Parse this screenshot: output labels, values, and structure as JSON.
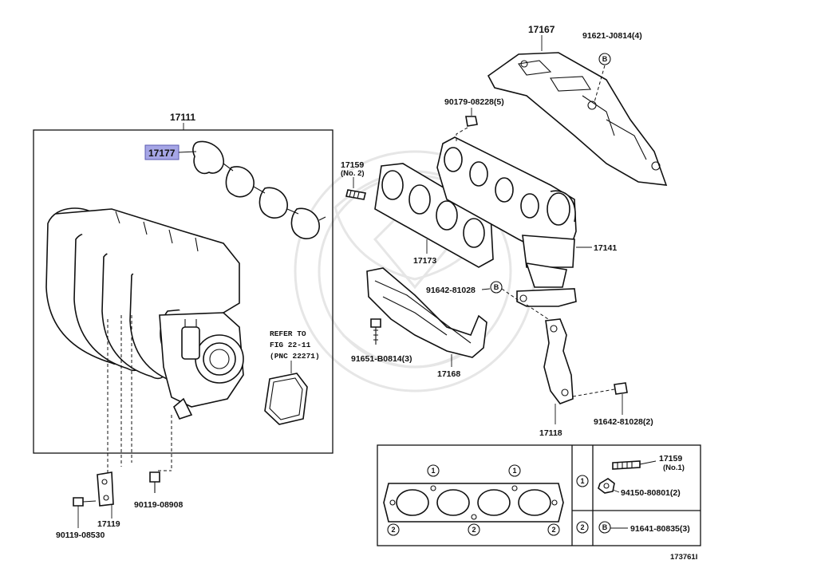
{
  "diagram_id": "173761I",
  "highlight_color": "#a6a6e6",
  "labels": {
    "p17111": "17111",
    "p17177": "17177",
    "p17159_top": "17159",
    "p17159_top_sub": "(No. 2)",
    "p17167": "17167",
    "p91621": "91621-J0814(4)",
    "p90179": "90179-08228(5)",
    "p17141": "17141",
    "p17173": "17173",
    "p91642_a": "91642-81028",
    "p91651": "91651-B0814(3)",
    "p17168": "17168",
    "p17118": "17118",
    "p91642_b": "91642-81028(2)",
    "p90119_08908": "90119-08908",
    "p17119": "17119",
    "p90119_08530": "90119-08530",
    "note_line1": "REFER TO",
    "note_line2": "FIG 22-11",
    "note_line3": "(PNC 22271)",
    "p17159_box": "17159",
    "p17159_box_sub": "(No.1)",
    "p94150": "94150-80801(2)",
    "p91641": "91641-80835(3)",
    "circle_b": "B",
    "circle_1": "1",
    "circle_2": "2"
  }
}
